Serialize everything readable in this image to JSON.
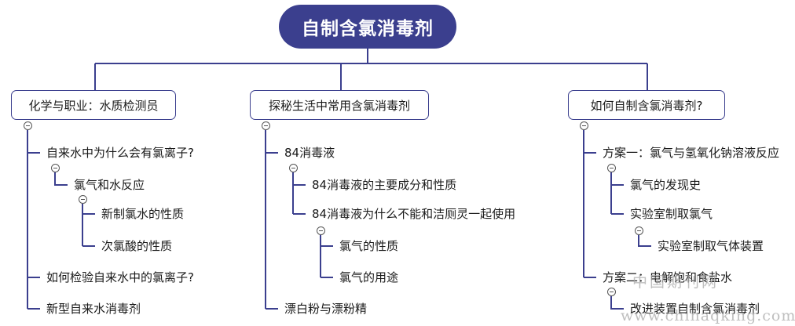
{
  "root": {
    "title": "自制含氯消毒剂"
  },
  "branches": [
    {
      "title": "化学与职业：水质检测员",
      "children": [
        {
          "label": "自来水中为什么会有氯离子?"
        },
        {
          "label": "氯气和水反应"
        },
        {
          "label": "新制氯水的性质"
        },
        {
          "label": "次氯酸的性质"
        },
        {
          "label": "如何检验自来水中的氯离子?"
        },
        {
          "label": "新型自来水消毒剂"
        }
      ]
    },
    {
      "title": "探秘生活中常用含氯消毒剂",
      "children": [
        {
          "label": "84消毒液"
        },
        {
          "label": "84消毒液的主要成分和性质"
        },
        {
          "label": "84消毒液为什么不能和洁厕灵一起使用"
        },
        {
          "label": "氯气的性质"
        },
        {
          "label": "氯气的用途"
        },
        {
          "label": "漂白粉与漂粉精"
        }
      ]
    },
    {
      "title": "如何自制含氯消毒剂?",
      "children": [
        {
          "label": "方案一：氯气与氢氧化钠溶液反应"
        },
        {
          "label": "氯气的发现史"
        },
        {
          "label": "实验室制取氯气"
        },
        {
          "label": "实验室制取气体装置"
        },
        {
          "label": "方案二：电解饱和食盐水"
        },
        {
          "label": "改进装置自制含氯消毒剂"
        }
      ]
    }
  ],
  "watermark": {
    "line1": "中国期刊网",
    "line2": "www.chinaqking.com"
  },
  "colors": {
    "accent": "#3b3f8e",
    "text": "#1a1a1a"
  }
}
